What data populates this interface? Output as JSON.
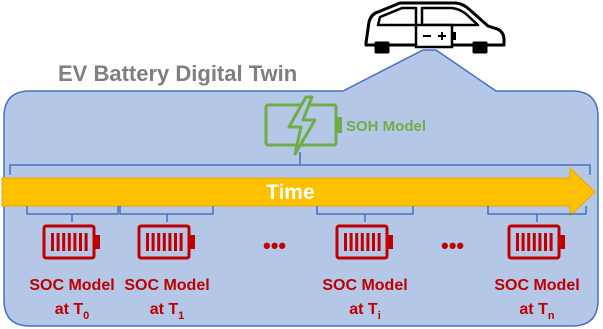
{
  "title": "EV Battery Digital Twin",
  "soh_model": {
    "label": "SOH Model",
    "color": "#70ad47"
  },
  "time_arrow": {
    "label": "Time",
    "color": "#ffc000"
  },
  "ellipsis": "•••",
  "soc_models": [
    {
      "line1": "SOC Model",
      "line2": "at T",
      "subscript": "0"
    },
    {
      "line1": "SOC Model",
      "line2": "at T",
      "subscript": "1"
    },
    {
      "line1": "SOC Model",
      "line2": "at T",
      "subscript": "i"
    },
    {
      "line1": "SOC Model",
      "line2": "at T",
      "subscript": "n"
    }
  ],
  "colors": {
    "panel_fill": "#b4c7e7",
    "panel_stroke": "#4472c4",
    "soc": "#c00000",
    "car": "#000000"
  },
  "icons": {
    "car": "car-icon",
    "car_battery": "battery-icon",
    "soh": "charging-battery-icon",
    "soc": "battery-cells-icon"
  }
}
